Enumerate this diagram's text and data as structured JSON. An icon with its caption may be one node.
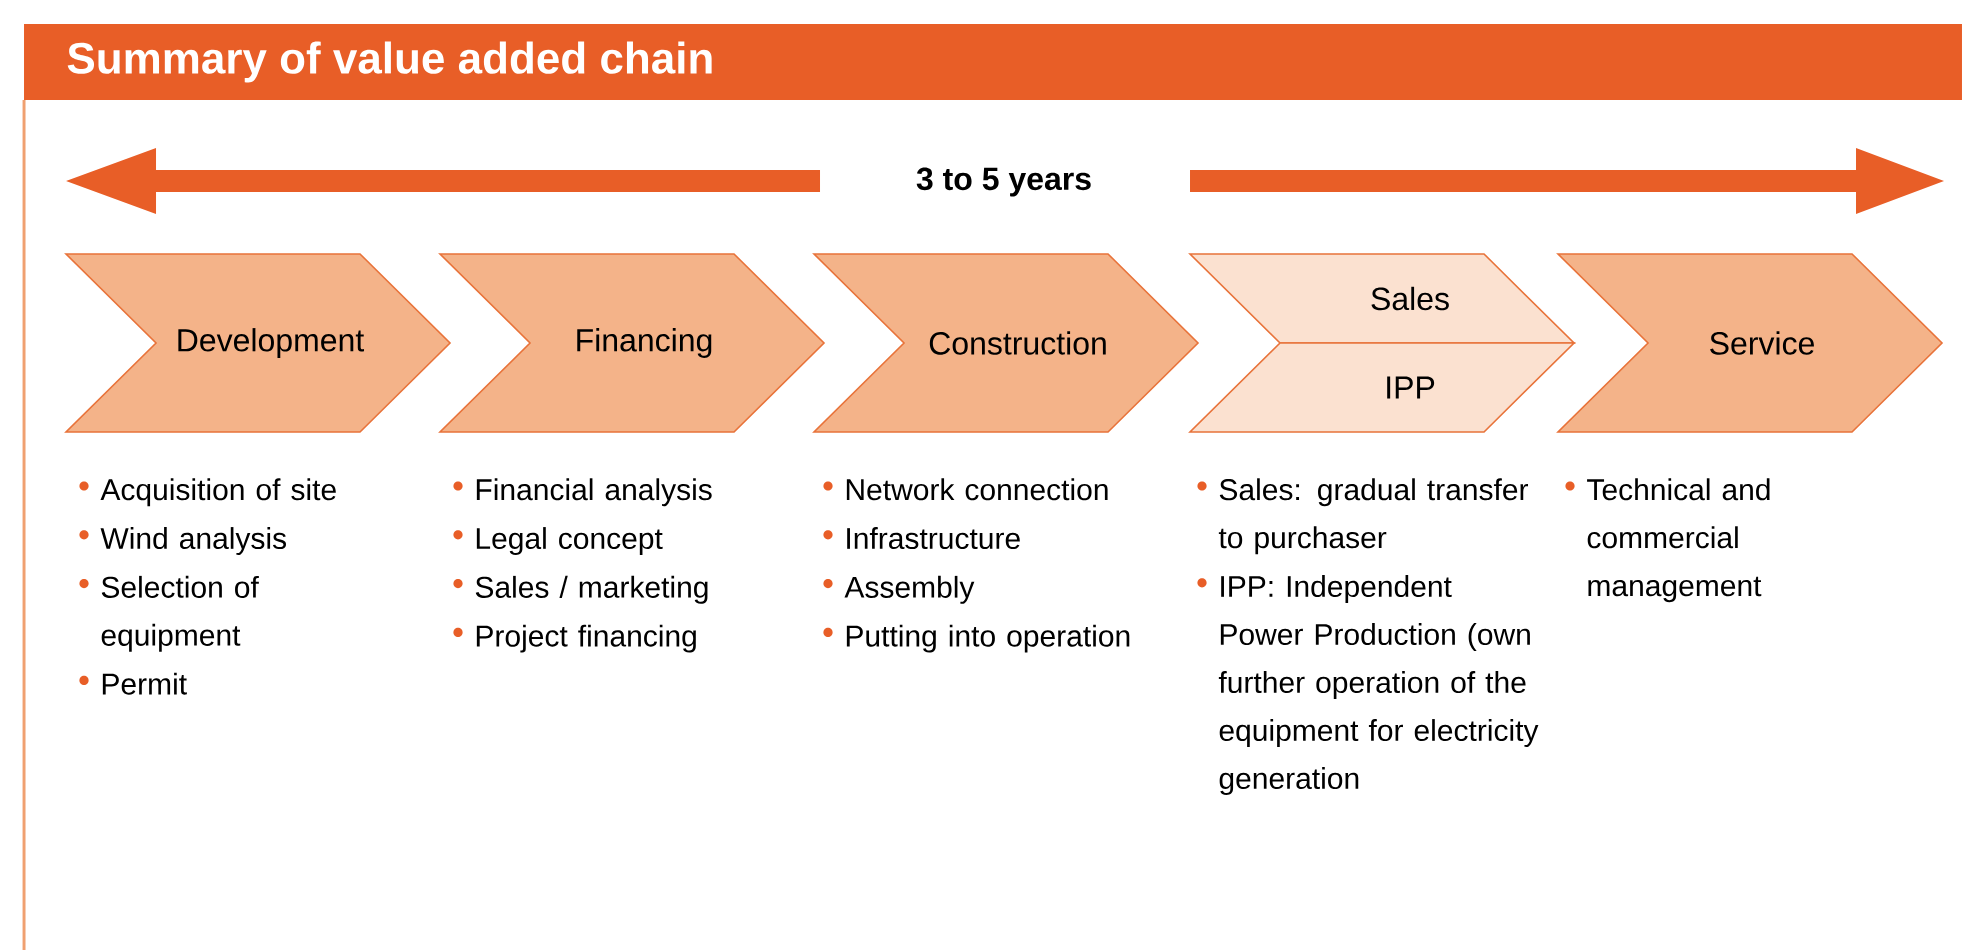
{
  "diagram": {
    "title": "Summary of value added chain",
    "nodes": [
      {
        "text": [
          "Development"
        ],
        "beside": [
          "Acquisition of site",
          "Wind analysis",
          "Selection of equipment",
          "Permit"
        ]
      },
      {
        "text": [
          "Financing"
        ],
        "beside": [
          "Financial analysis",
          "Legal concept",
          "Sales / marketing",
          "Project financing"
        ]
      },
      {
        "text": [
          "Construction"
        ],
        "beside": [
          "Network connection",
          "Infrastructure",
          "Assembly",
          "Putting into operation"
        ]
      },
      {
        "text": [
          "Sales"
        ]
      },
      {
        "text": [
          "IPP"
        ]
      },
      {
        "text": [
          "Service"
        ],
        "beside": [
          "Technical and commercial management"
        ]
      }
    ],
    "labels": [
      "3 to 5 years",
      "Sales: gradual transfer to purchaser",
      "IPP: Independent Power Production (own further operation of the equipment for electricity generation"
    ]
  }
}
